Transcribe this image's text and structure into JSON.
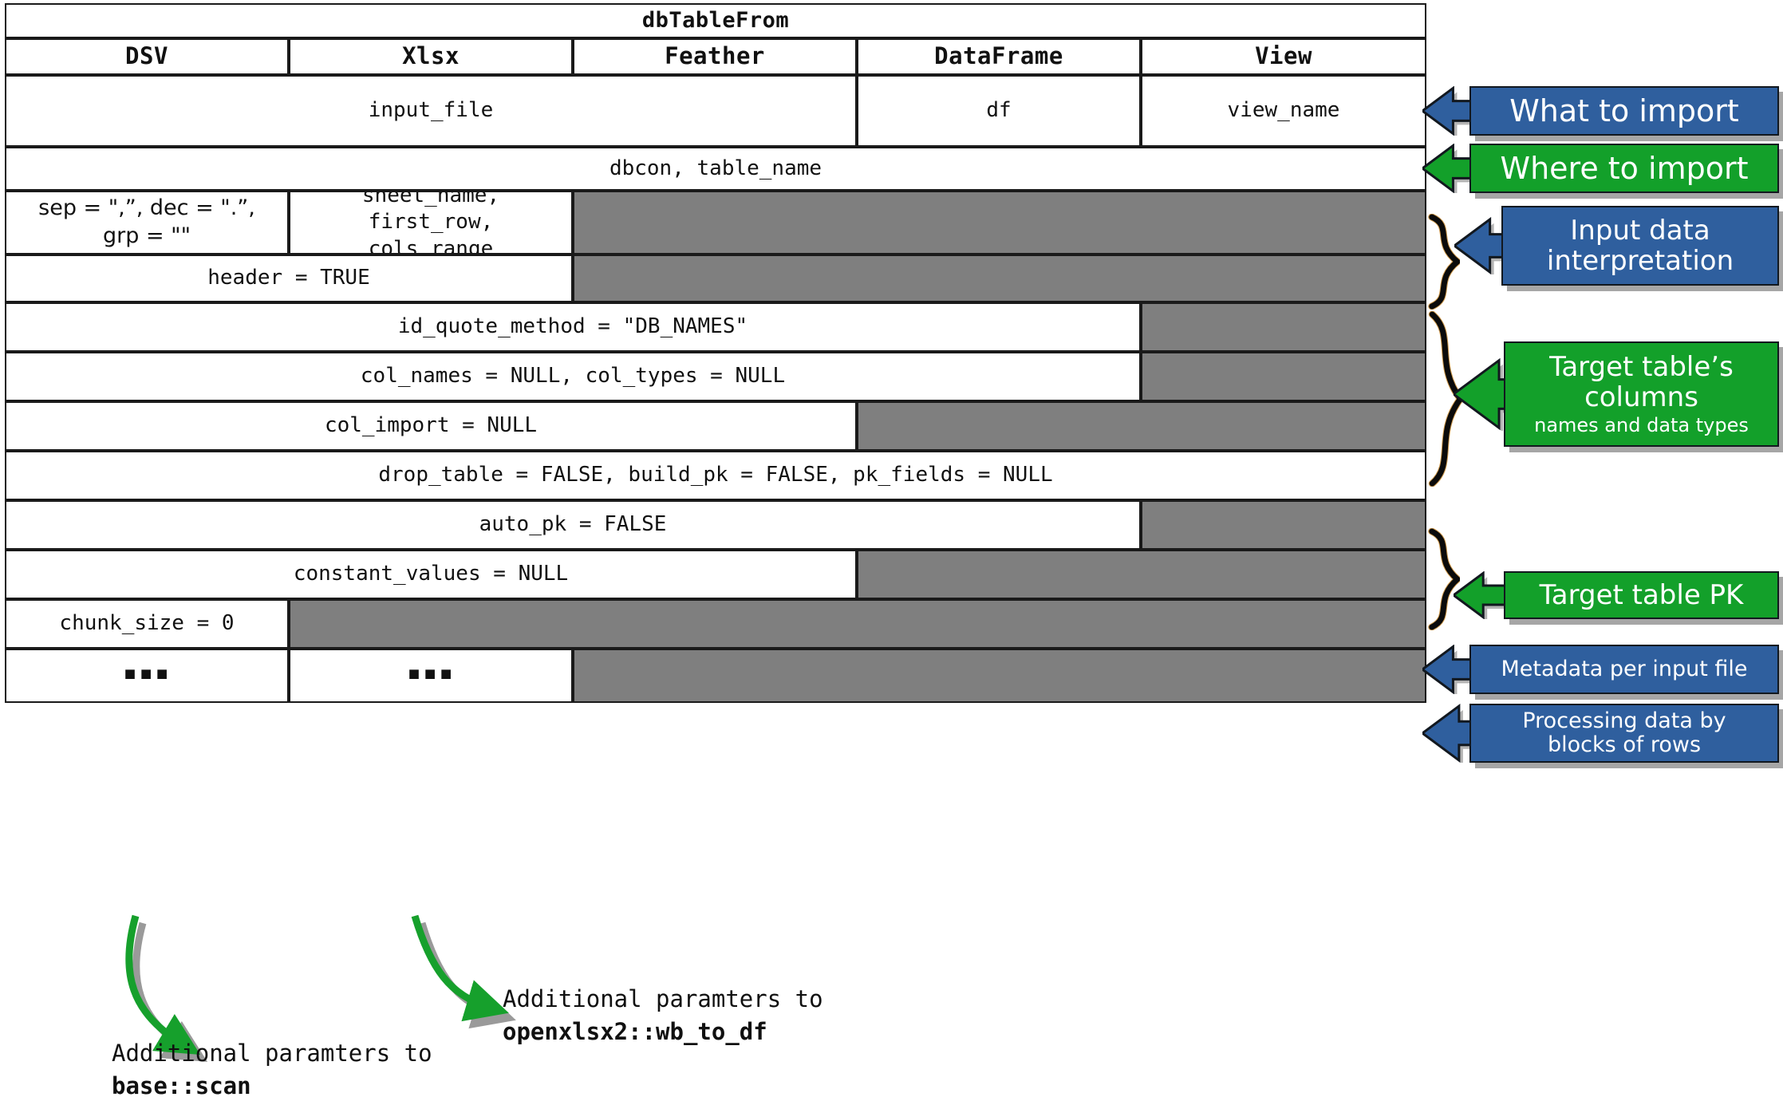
{
  "table": {
    "title": "dbTableFrom",
    "columns": [
      "DSV",
      "Xlsx",
      "Feather",
      "DataFrame",
      "View"
    ],
    "rows": [
      {
        "name": "input-file",
        "cells": [
          {
            "text": "input_file",
            "span": 3
          },
          {
            "text": "df",
            "span": 1
          },
          {
            "text": "view_name",
            "span": 1
          }
        ]
      },
      {
        "name": "dbcon",
        "cells": [
          {
            "text": "dbcon, table_name",
            "span": 5
          }
        ]
      },
      {
        "name": "sep-dec-grp",
        "cells": [
          {
            "text": "sep = \",”, dec = \".”,\ngrp = \"\"",
            "span": 1,
            "font": "sans"
          },
          {
            "text": "sheet_name, first_row,\ncols_range",
            "span": 1
          },
          {
            "text": "",
            "span": 3,
            "gray": true
          }
        ]
      },
      {
        "name": "header",
        "cells": [
          {
            "text": "header = TRUE",
            "span": 2
          },
          {
            "text": "",
            "span": 3,
            "gray": true
          }
        ]
      },
      {
        "name": "id-quote-method",
        "cells": [
          {
            "text": "id_quote_method = \"DB_NAMES\"",
            "span": 4
          },
          {
            "text": "",
            "span": 1,
            "gray": true
          }
        ]
      },
      {
        "name": "col-names-types",
        "cells": [
          {
            "text": "col_names = NULL, col_types = NULL",
            "span": 4
          },
          {
            "text": "",
            "span": 1,
            "gray": true
          }
        ]
      },
      {
        "name": "col-import",
        "cells": [
          {
            "text": "col_import = NULL",
            "span": 3
          },
          {
            "text": "",
            "span": 2,
            "gray": true
          }
        ]
      },
      {
        "name": "drop-table-pk",
        "cells": [
          {
            "text": "drop_table = FALSE, build_pk = FALSE, pk_fields = NULL",
            "span": 5
          }
        ]
      },
      {
        "name": "auto-pk",
        "cells": [
          {
            "text": "auto_pk = FALSE",
            "span": 4
          },
          {
            "text": "",
            "span": 1,
            "gray": true
          }
        ]
      },
      {
        "name": "constant-values",
        "cells": [
          {
            "text": "constant_values = NULL",
            "span": 3
          },
          {
            "text": "",
            "span": 2,
            "gray": true
          }
        ]
      },
      {
        "name": "chunk-size",
        "cells": [
          {
            "text": "chunk_size = 0",
            "span": 1
          },
          {
            "text": "",
            "span": 4,
            "gray": true
          }
        ]
      },
      {
        "name": "ellipsis",
        "cells": [
          {
            "text": "▪▪▪",
            "span": 1,
            "dots": true
          },
          {
            "text": "▪▪▪",
            "span": 1,
            "dots": true
          },
          {
            "text": "",
            "span": 3,
            "gray": true
          }
        ]
      }
    ]
  },
  "callouts": [
    {
      "name": "what-to-import",
      "label": "What to import",
      "sub": "",
      "color": "blue",
      "marker": "arrow"
    },
    {
      "name": "where-to-import",
      "label": "Where to import",
      "sub": "",
      "color": "green",
      "marker": "arrow"
    },
    {
      "name": "input-data-interp",
      "label": "Input data\ninterpretation",
      "sub": "",
      "color": "blue",
      "marker": "brace"
    },
    {
      "name": "target-table-columns",
      "label": "Target table’s\ncolumns",
      "sub": "names and data types",
      "color": "green",
      "marker": "brace"
    },
    {
      "name": "target-table-pk",
      "label": "Target table PK",
      "sub": "",
      "color": "green",
      "marker": "brace"
    },
    {
      "name": "metadata-per-file",
      "label": "Metadata per input file",
      "sub": "",
      "color": "blue",
      "marker": "arrow"
    },
    {
      "name": "processing-blocks",
      "label": "Processing data by\nblocks of rows",
      "sub": "",
      "color": "blue",
      "marker": "arrow"
    }
  ],
  "notes": [
    {
      "name": "note-base-scan",
      "line1": "Additional paramters to",
      "line2": "base::scan"
    },
    {
      "name": "note-wb-to-df",
      "line1": "Additional paramters to",
      "line2": "openxlsx2::wb_to_df"
    }
  ],
  "colors": {
    "blue": "#2f5f9e",
    "green": "#13a02a",
    "gray_fill": "#7f7f7f",
    "border": "#1a1a1a",
    "arrow_blue": "#2f5f9e",
    "arrow_green": "#13a02a",
    "curve_green": "#16a02c"
  }
}
